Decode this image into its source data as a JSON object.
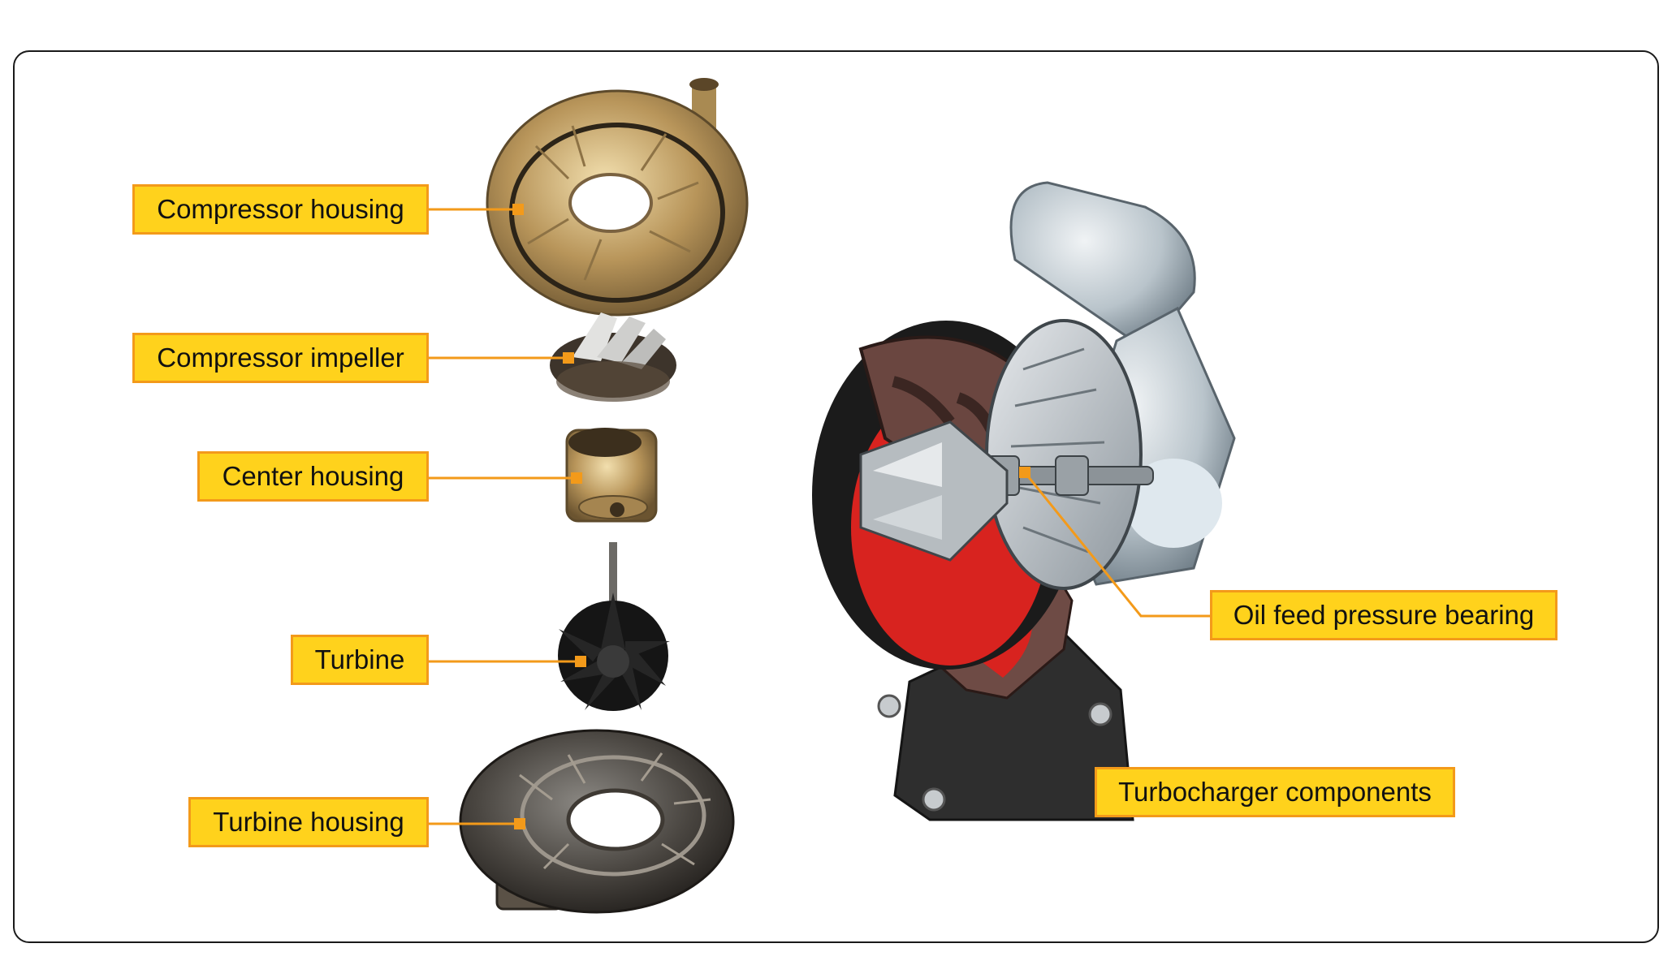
{
  "labels": {
    "compressor_housing": "Compressor housing",
    "compressor_impeller": "Compressor impeller",
    "center_housing": "Center housing",
    "turbine": "Turbine",
    "turbine_housing": "Turbine housing",
    "oil_feed": "Oil feed pressure bearing",
    "turbocharger_components": "Turbocharger components"
  },
  "colors": {
    "label_fill": "#ffd21c",
    "label_border": "#f39a1a",
    "leader_line": "#f39a1a",
    "cutaway_red": "#d8231f"
  }
}
